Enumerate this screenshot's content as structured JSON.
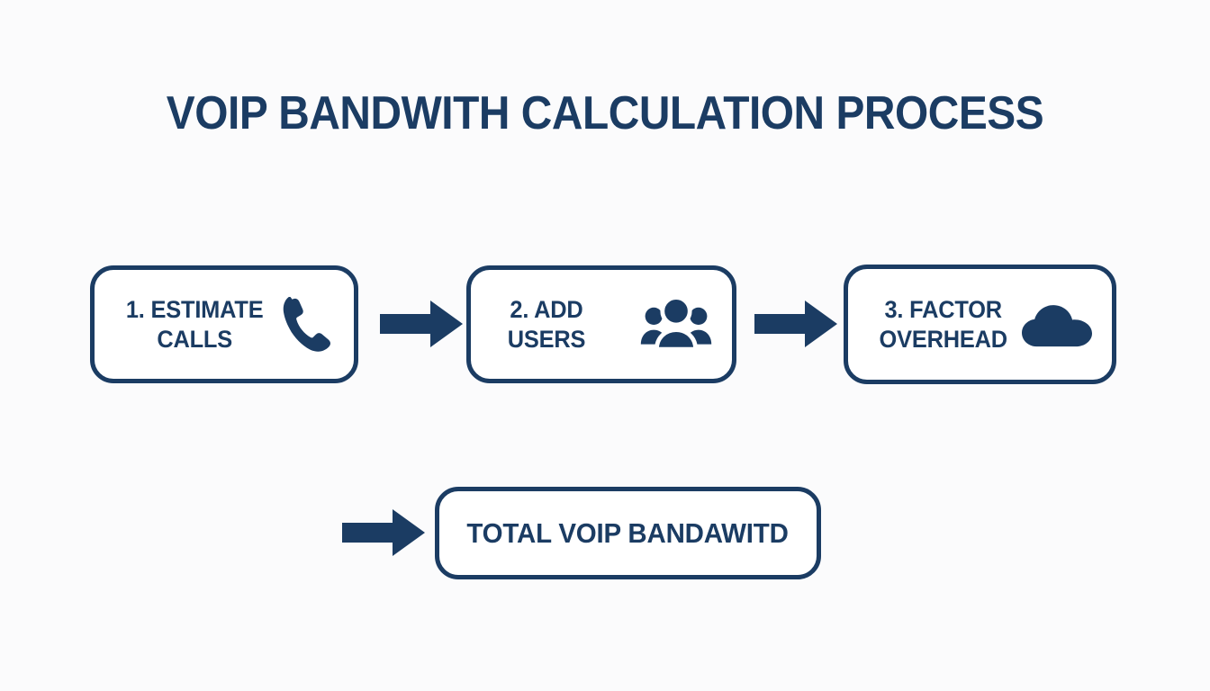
{
  "page": {
    "title": "VOIP BANDWITH CALCULATION PROCESS",
    "background_color": "#fbfbfc",
    "accent_color": "#1b3c63"
  },
  "steps": [
    {
      "label": "1. ESTIMATE\nCALLS",
      "icon": "phone-icon"
    },
    {
      "label": "2. ADD\nUSERS",
      "icon": "users-icon"
    },
    {
      "label": "3. FACTOR\nOVERHEAD",
      "icon": "cloud-icon"
    }
  ],
  "result": {
    "label": "TOTAL VOIP BANDAWITD"
  },
  "connectors": [
    {
      "name": "arrow-step1-to-step2",
      "direction": "right"
    },
    {
      "name": "arrow-step2-to-step3",
      "direction": "right"
    },
    {
      "name": "arrow-to-result",
      "direction": "right"
    }
  ]
}
